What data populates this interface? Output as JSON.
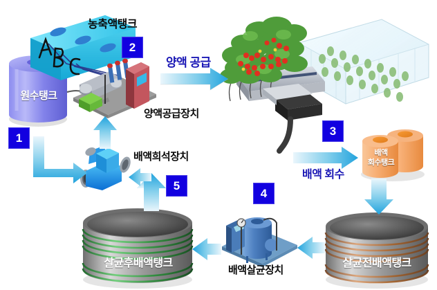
{
  "diagram": {
    "title_semantic": "hydroponic-nutrient-solution-recycling-flow",
    "numbers": {
      "one": "1",
      "two": "2",
      "three": "3",
      "four": "4",
      "five": "5"
    },
    "labels": {
      "concentrate_tank": "농축액탱크",
      "raw_water_tank": "원수탱크",
      "nutrient_supply_device": "양액공급장치",
      "nutrient_supply_flow": "양액 공급",
      "drainage_recovery_flow": "배액 회수",
      "drainage_recovery_tank_line1": "배액",
      "drainage_recovery_tank_line2": "회수탱크",
      "pre_sterilization_tank": "살균전배액탱크",
      "sterilization_device": "배액살균장치",
      "post_sterilization_tank": "살균후배액탱크",
      "dilution_device": "배액희석장치"
    },
    "tank_markers": {
      "a": "A",
      "b": "B",
      "c": "C"
    },
    "colors": {
      "number_box_bg": "#1200e0",
      "number_box_text": "#ffffff",
      "arrow_cyan": "#29a8e0",
      "flow_label_blue": "#1a17b5",
      "concentrate_tank": "#2bbfe8",
      "raw_water_tank": "#7b7be8",
      "recovery_tank_orange": "#f5a05a",
      "pre_sterilization_tank": "#b5764a",
      "post_sterilization_tank": "#3f9b4a",
      "supply_cabinet_red": "#b4474f",
      "sterilizer_blue": "#3f6fb0",
      "plant_green": "#4f9c3a",
      "tomato_red": "#e03020"
    }
  }
}
